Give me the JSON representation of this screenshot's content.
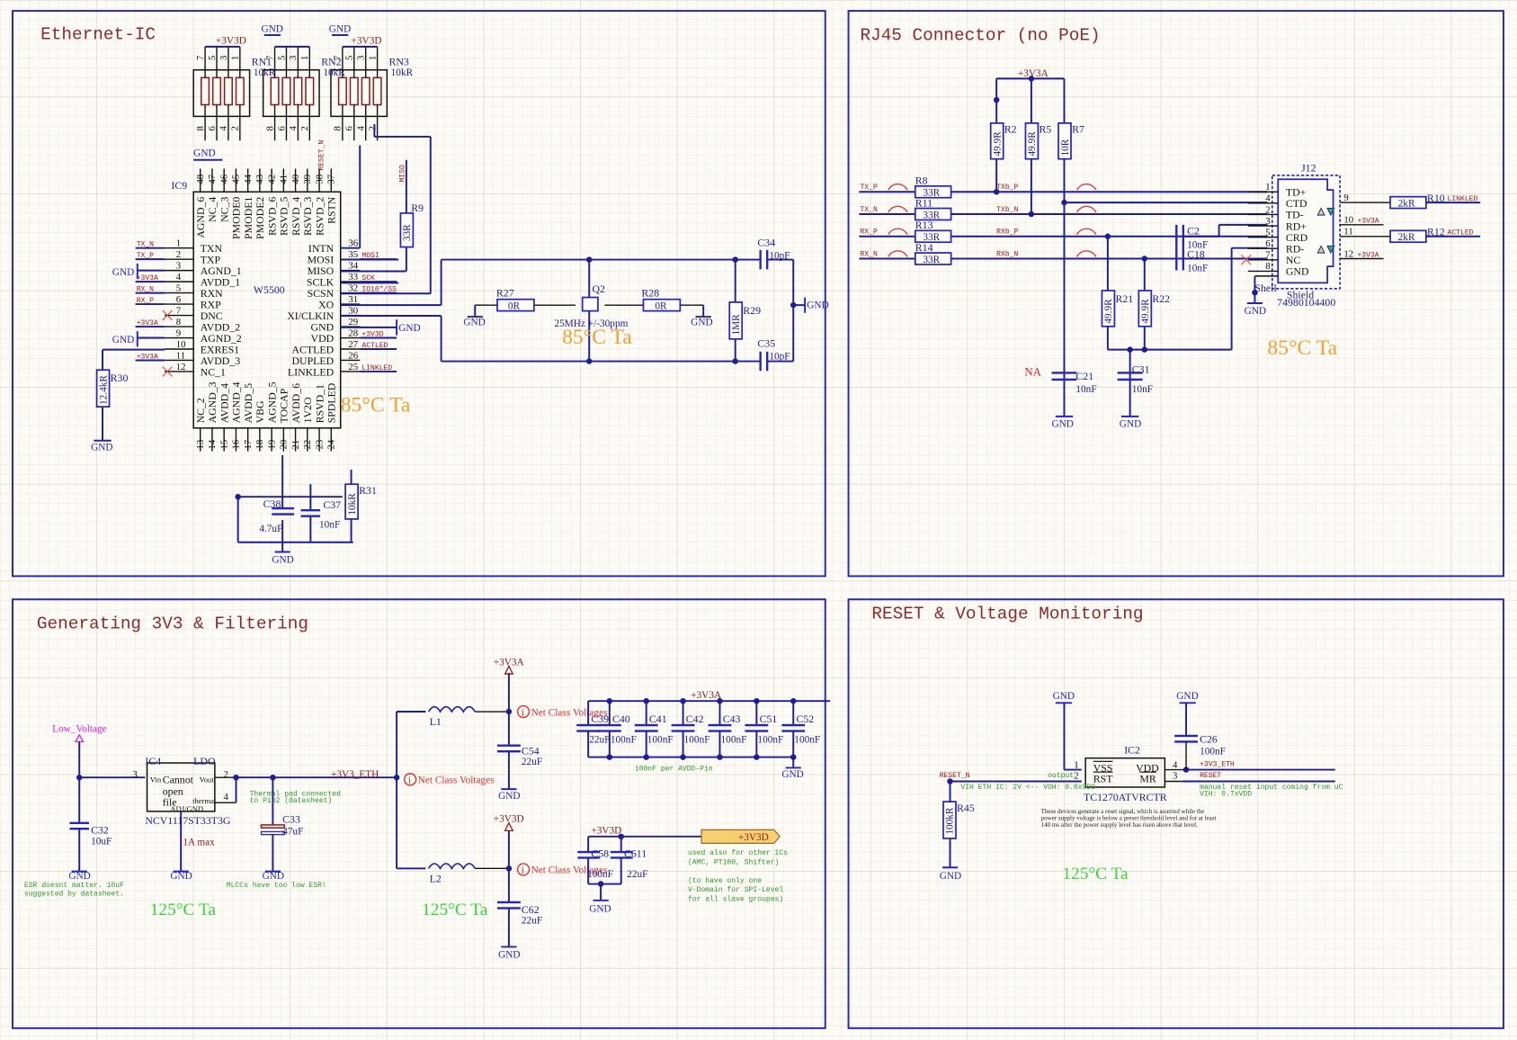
{
  "sheets": {
    "ethernet_ic": {
      "title": "Ethernet-IC",
      "ic": {
        "designator": "IC9",
        "part": "W5500",
        "left_pins": [
          {
            "num": "1",
            "name": "TXN",
            "net": "TX_N"
          },
          {
            "num": "2",
            "name": "TXP",
            "net": "TX_P"
          },
          {
            "num": "3",
            "name": "AGND_1",
            "net": "GND"
          },
          {
            "num": "4",
            "name": "AVDD_1",
            "net": "+3V3A"
          },
          {
            "num": "5",
            "name": "RXN",
            "net": "RX_N"
          },
          {
            "num": "6",
            "name": "RXP",
            "net": "RX_P"
          },
          {
            "num": "7",
            "name": "DNC",
            "net": ""
          },
          {
            "num": "8",
            "name": "AVDD_2",
            "net": "+3V3A"
          },
          {
            "num": "9",
            "name": "AGND_2",
            "net": "GND"
          },
          {
            "num": "10",
            "name": "EXRES1",
            "net": ""
          },
          {
            "num": "11",
            "name": "AVDD_3",
            "net": "+3V3A"
          },
          {
            "num": "12",
            "name": "NC_1",
            "net": ""
          }
        ],
        "right_pins": [
          {
            "num": "36",
            "name": "INTN",
            "net": ""
          },
          {
            "num": "35",
            "name": "MOSI",
            "net": "MOSI"
          },
          {
            "num": "34",
            "name": "MISO",
            "net": ""
          },
          {
            "num": "33",
            "name": "SCLK",
            "net": "SCK"
          },
          {
            "num": "32",
            "name": "SCSN",
            "net": "IO10*/SS"
          },
          {
            "num": "31",
            "name": "XO",
            "net": ""
          },
          {
            "num": "30",
            "name": "XI/CLKIN",
            "net": ""
          },
          {
            "num": "29",
            "name": "GND",
            "net": "GND"
          },
          {
            "num": "28",
            "name": "VDD",
            "net": "+3V3D"
          },
          {
            "num": "27",
            "name": "ACTLED",
            "net": "ACTLED"
          },
          {
            "num": "26",
            "name": "DUPLED",
            "net": ""
          },
          {
            "num": "25",
            "name": "LINKLED",
            "net": "LINKLED"
          }
        ],
        "top_pins": [
          {
            "num": "48",
            "name": "AGND_6"
          },
          {
            "num": "47",
            "name": "NC_4"
          },
          {
            "num": "46",
            "name": "NC_3"
          },
          {
            "num": "45",
            "name": "PMODE0"
          },
          {
            "num": "44",
            "name": "PMODE1"
          },
          {
            "num": "43",
            "name": "PMODE2"
          },
          {
            "num": "42",
            "name": "RSVD_6"
          },
          {
            "num": "41",
            "name": "RSVD_5"
          },
          {
            "num": "40",
            "name": "RSVD_4"
          },
          {
            "num": "39",
            "name": "RSVD_3"
          },
          {
            "num": "38",
            "name": "RSVD_2"
          },
          {
            "num": "37",
            "name": "RSTN"
          }
        ],
        "bottom_pins": [
          {
            "num": "13",
            "name": "NC_2"
          },
          {
            "num": "14",
            "name": "AGND_3"
          },
          {
            "num": "15",
            "name": "AVDD_4"
          },
          {
            "num": "16",
            "name": "AGND_4"
          },
          {
            "num": "17",
            "name": "AVDD_5"
          },
          {
            "num": "18",
            "name": "VBG"
          },
          {
            "num": "19",
            "name": "AGND_5"
          },
          {
            "num": "20",
            "name": "TOCAP"
          },
          {
            "num": "21",
            "name": "AVDD_6"
          },
          {
            "num": "22",
            "name": "1V2O"
          },
          {
            "num": "23",
            "name": "RSVD_1"
          },
          {
            "num": "24",
            "name": "SPDLED"
          }
        ]
      },
      "rnets": [
        {
          "des": "RN1",
          "val": "10kR"
        },
        {
          "des": "RN2",
          "val": "10kR"
        },
        {
          "des": "RN3",
          "val": "10kR"
        }
      ],
      "rn_pin_top": [
        "7",
        "5",
        "3",
        "1"
      ],
      "rn_pin_bot": [
        "8",
        "6",
        "4",
        "2"
      ],
      "labels": {
        "gnd": "GND",
        "p3v3d": "+3V3D",
        "p3v3a": "+3V3A",
        "reset_n": "RESET_N",
        "miso": "MISO",
        "mosi": "MOSI",
        "sck": "SCK",
        "ss": "IO10*/SS",
        "actled": "ACTLED",
        "linkled": "LINKLED",
        "tx_n": "TX_N",
        "tx_p": "TX_P",
        "rx_n": "RX_N",
        "rx_p": "RX_P"
      },
      "components": {
        "r9": {
          "des": "R9",
          "val": "33R"
        },
        "r27": {
          "des": "R27",
          "val": "0R"
        },
        "r28": {
          "des": "R28",
          "val": "0R"
        },
        "r29": {
          "des": "R29",
          "val": "1MR"
        },
        "r30": {
          "des": "R30",
          "val": "12.4kR"
        },
        "r31": {
          "des": "R31",
          "val": "10kR"
        },
        "q2": {
          "des": "Q2",
          "val": "25MHz +/-30ppm"
        },
        "c34": {
          "des": "C34",
          "val": "10pF"
        },
        "c35": {
          "des": "C35",
          "val": "10pF"
        },
        "c37": {
          "des": "C37",
          "val": "10nF"
        },
        "c38": {
          "des": "C38",
          "val": "4.7uF"
        }
      },
      "temp": "85°C Ta"
    },
    "rj45": {
      "title": "RJ45 Connector (no PoE)",
      "connector": {
        "des": "J12",
        "part": "74980104400",
        "shield": "Shield",
        "shell": "Shell",
        "pins": [
          {
            "num": "1",
            "name": "TD+"
          },
          {
            "num": "4",
            "name": "CTD"
          },
          {
            "num": "2",
            "name": "TD-"
          },
          {
            "num": "3",
            "name": "RD+"
          },
          {
            "num": "5",
            "name": "CRD"
          },
          {
            "num": "6",
            "name": "RD-"
          },
          {
            "num": "7",
            "name": "NC"
          },
          {
            "num": "8",
            "name": "GND"
          }
        ],
        "led_pins": [
          {
            "num": "9",
            "net": ""
          },
          {
            "num": "10",
            "net": "+3V3A"
          },
          {
            "num": "11",
            "net": ""
          },
          {
            "num": "12",
            "net": "+3V3A"
          }
        ]
      },
      "series_resistors": [
        {
          "des": "R8",
          "val": "33R",
          "in": "TX_P",
          "out": "TXb_P"
        },
        {
          "des": "R11",
          "val": "33R",
          "in": "TX_N",
          "out": "TXb_N"
        },
        {
          "des": "R13",
          "val": "33R",
          "in": "RX_P",
          "out": "RXb_P"
        },
        {
          "des": "R14",
          "val": "33R",
          "in": "RX_N",
          "out": "RXb_N"
        }
      ],
      "pullups": [
        {
          "des": "R2",
          "val": "49.9R"
        },
        {
          "des": "R5",
          "val": "49.9R"
        },
        {
          "des": "R7",
          "val": "10R"
        }
      ],
      "terminations": [
        {
          "des": "R21",
          "val": "49.9R"
        },
        {
          "des": "R22",
          "val": "49.9R"
        }
      ],
      "caps": [
        {
          "des": "C2",
          "val": "10nF"
        },
        {
          "des": "C18",
          "val": "10nF"
        },
        {
          "des": "C21",
          "val": "10nF"
        },
        {
          "des": "C31",
          "val": "10nF"
        }
      ],
      "led_resistors": [
        {
          "des": "R10",
          "val": "2kR",
          "net": "LINKLED"
        },
        {
          "des": "R12",
          "val": "2kR",
          "net": "ACTLED"
        }
      ],
      "supply": "+3V3A",
      "na": "NA",
      "gnd": "GND",
      "temp": "85°C Ta"
    },
    "power": {
      "title": "Generating 3V3 & Filtering",
      "input_net": "Low_Voltage",
      "ldo": {
        "des": "IC4",
        "type": "LDO",
        "part": "NCV1117ST33T3G",
        "text": [
          "Cannot",
          "open",
          "file"
        ],
        "vin": "Vin",
        "vout": "Vout",
        "thermal": "thermal",
        "adj": "ADJ/GND",
        "pin_in": "3",
        "pin_out": "2",
        "pin_th": "4",
        "note": "1A max"
      },
      "out_net": "+3V3_ETH",
      "thermal_note": [
        "Thermal pad connected",
        "to Pin2 (datasheet)"
      ],
      "c32": {
        "des": "C32",
        "val": "10uF"
      },
      "c33": {
        "des": "C33",
        "val": "47uF"
      },
      "esr_note": [
        "ESR doesnt matter. 10uF",
        "suggested by datasheet."
      ],
      "mlcc_note": "MLCCs have too low ESR!",
      "l1": {
        "des": "L1"
      },
      "l2": {
        "des": "L2"
      },
      "c54": {
        "des": "C54",
        "val": "22uF"
      },
      "c62": {
        "des": "C62",
        "val": "22uF"
      },
      "net_class": "Net Class Voltages",
      "p3v3a": "+3V3A",
      "p3v3d": "+3V3D",
      "avdd_caps": [
        {
          "des": "C39",
          "val": "22uF"
        },
        {
          "des": "C40",
          "val": "100nF"
        },
        {
          "des": "C41",
          "val": "100nF"
        },
        {
          "des": "C42",
          "val": "100nF"
        },
        {
          "des": "C43",
          "val": "100nF"
        },
        {
          "des": "C51",
          "val": "100nF"
        },
        {
          "des": "C52",
          "val": "100nF"
        }
      ],
      "avdd_note": "100nF per AVDD-Pin",
      "d_caps": [
        {
          "des": "C58",
          "val": "100nF"
        },
        {
          "des": "C611",
          "val": "22uF"
        }
      ],
      "port": "+3V3D",
      "port_note": [
        "used also for other ICs",
        "(AMC, PT100, Shifter)",
        "",
        "(to have only one",
        "V-Domain for SPI-Level",
        "for all slave groupes)"
      ],
      "gnd": "GND",
      "temp": "125°C Ta"
    },
    "reset": {
      "title": "RESET & Voltage Monitoring",
      "ic": {
        "des": "IC2",
        "part": "TC1270ATVRCTR",
        "pins": [
          {
            "num": "1",
            "name": "VSS"
          },
          {
            "num": "2",
            "name": "RST"
          },
          {
            "num": "4",
            "name": "VDD"
          },
          {
            "num": "3",
            "name": "MR"
          }
        ]
      },
      "reset_n": "RESET_N",
      "output_label": "output",
      "r45": {
        "des": "R45",
        "val": "100kR"
      },
      "c26": {
        "des": "C26",
        "val": "100nF"
      },
      "vdd_net": "+3V3_ETH",
      "reset_net": "RESET",
      "note_left": "VIH ETH IC: 2V <-- VOH: 0.8xVDD",
      "note_right": [
        "manual reset input coming from uC",
        "VIH: 0.7xVDD"
      ],
      "desc": [
        "These devices generate a reset signal, which is asserted while the",
        "power supply voltage is below a preset threshold level and for at least",
        "140 ms after the power supply level has risen above that level."
      ],
      "gnd": "GND",
      "temp": "125°C Ta"
    }
  }
}
